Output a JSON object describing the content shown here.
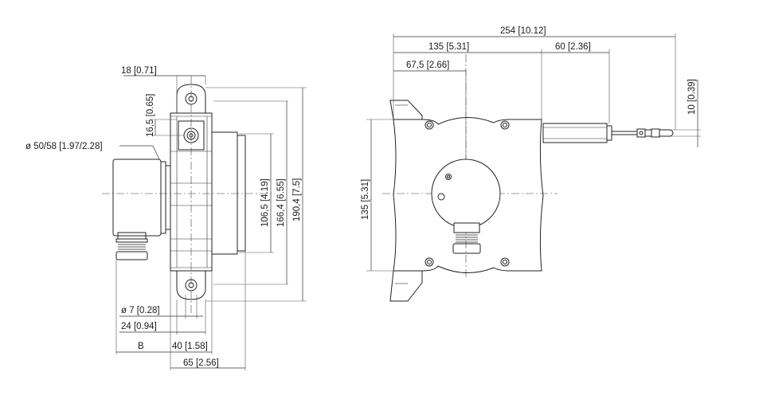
{
  "dimensions": {
    "d18": "18 [0.71]",
    "d16_5": "16,5 [0.65]",
    "dia_housing": "ø 50/58 [1.97/2.28]",
    "d106_5": "106,5 [4.19]",
    "d166_4": "166,4 [6.55]",
    "d190_4": "190,4 [7.5]",
    "dia7": "ø 7 [0.28]",
    "d24": "24 [0.94]",
    "dB": "B",
    "d40": "40 [1.58]",
    "d65": "65 [2.56]",
    "d254": "254 [10.12]",
    "d135_top": "135 [5.31]",
    "d60": "60 [2.36]",
    "d67_5": "67,5 [2.66]",
    "d10": "10 [0.39]",
    "d135_side": "135 [5.31]"
  }
}
